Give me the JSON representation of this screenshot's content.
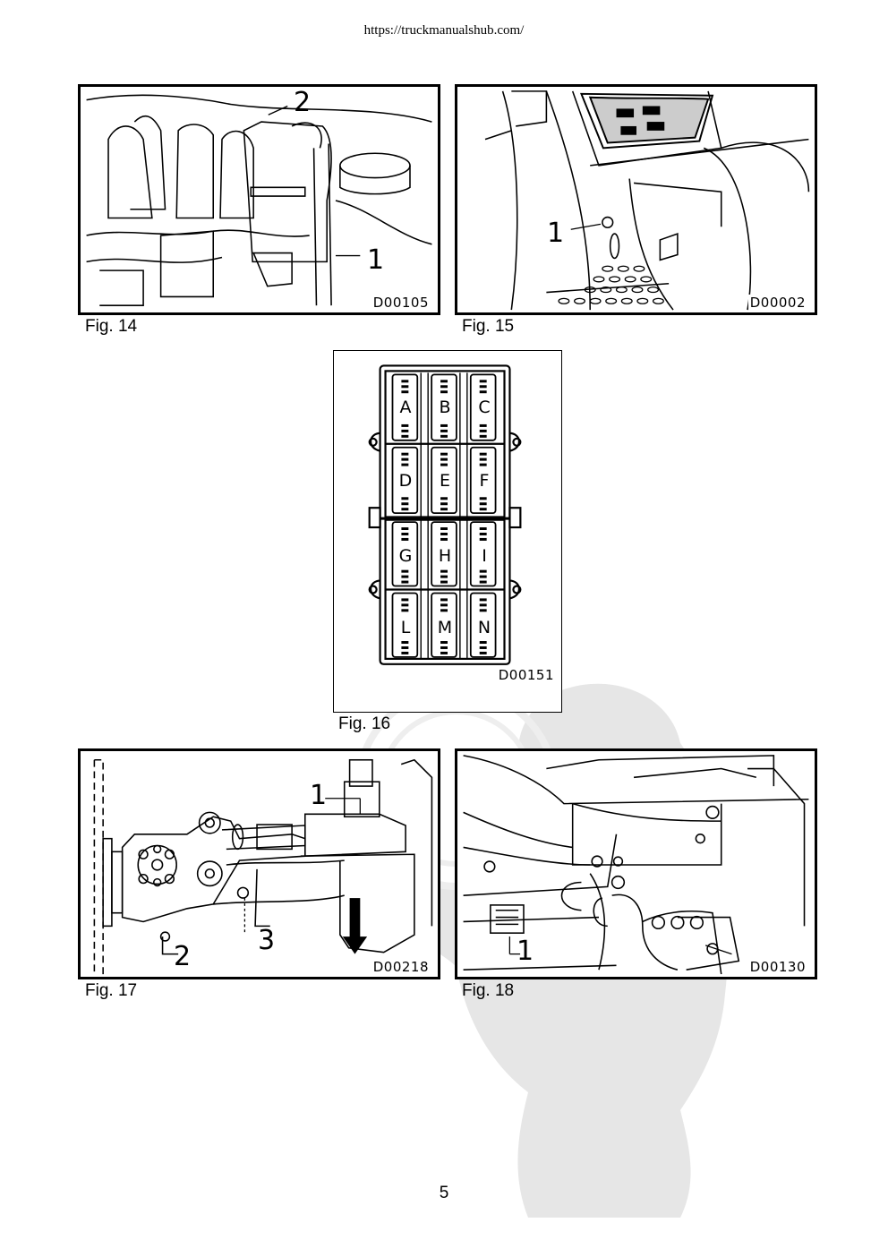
{
  "header": {
    "url": "https://truckmanualshub.com/"
  },
  "figures": [
    {
      "caption": "Fig. 14",
      "code": "D00105",
      "callouts": [
        "2",
        "1"
      ]
    },
    {
      "caption": "Fig. 15",
      "code": "D00002",
      "callouts": [
        "1"
      ]
    },
    {
      "caption": "Fig. 16",
      "code": "D00151",
      "fuses": [
        "A",
        "B",
        "C",
        "D",
        "E",
        "F",
        "G",
        "H",
        "I",
        "L",
        "M",
        "N"
      ]
    },
    {
      "caption": "Fig. 17",
      "code": "D00218",
      "callouts": [
        "1",
        "2",
        "3"
      ]
    },
    {
      "caption": "Fig. 18",
      "code": "D00130",
      "callouts": [
        "1"
      ]
    }
  ],
  "footer": {
    "page_number": "5"
  },
  "colors": {
    "ink": "#000000",
    "watermark": "#e6e6e6"
  }
}
